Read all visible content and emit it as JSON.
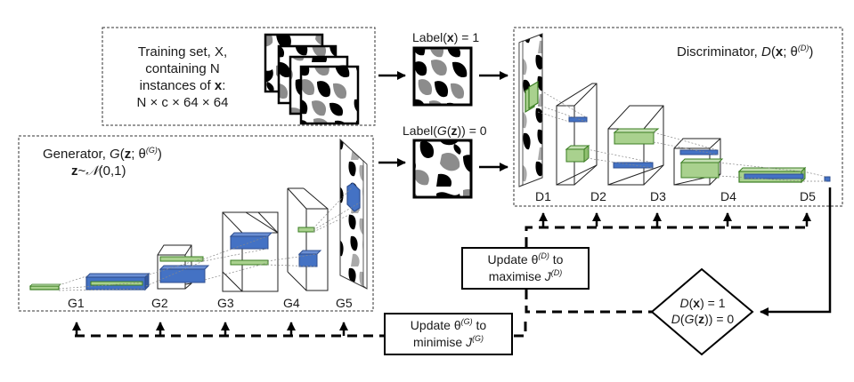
{
  "training_set": {
    "line1": "Training set, X,",
    "line2": "containing N",
    "line3_prefix": "instances of ",
    "line3_bold": "x",
    "line3_suffix": ":",
    "line4": "N × c × 64 × 64"
  },
  "real_label": {
    "prefix": "Label(",
    "bold": "x",
    "suffix": ") = 1"
  },
  "fake_label": {
    "prefix": "Label(",
    "italic": "G",
    "open": "(",
    "bold": "z",
    "suffix": ")) = 0"
  },
  "generator": {
    "title_prefix": "Generator, ",
    "title_fn": "G",
    "title_open": "(",
    "title_arg": "z",
    "title_sep": "; θ",
    "title_sup": "(G)",
    "title_close": ")",
    "prior_bold": "z",
    "prior_tilde": "~",
    "prior_dist": "𝒩",
    "prior_params": "(0,1)",
    "layers": [
      "G1",
      "G2",
      "G3",
      "G4",
      "G5"
    ]
  },
  "discriminator": {
    "title_prefix": "Discriminator, ",
    "title_fn": "D",
    "title_open": "(",
    "title_arg": "x",
    "title_sep": "; θ",
    "title_sup": "(D)",
    "title_close": ")",
    "layers": [
      "D1",
      "D2",
      "D3",
      "D4",
      "D5"
    ]
  },
  "update_d": {
    "line1_prefix": "Update θ",
    "line1_sup": "(D)",
    "line1_suffix": " to",
    "line2_prefix": "maximise ",
    "line2_var": "J",
    "line2_sup": "(D)"
  },
  "update_g": {
    "line1_prefix": "Update θ",
    "line1_sup": "(G)",
    "line1_suffix": " to",
    "line2_prefix": "minimise ",
    "line2_var": "J",
    "line2_sup": "(G)"
  },
  "decision": {
    "line1_fn": "D",
    "line1_open": "(",
    "line1_arg": "x",
    "line1_suffix": ") = 1",
    "line2_fn": "D",
    "line2_open": "(",
    "line2_inner": "G",
    "line2_open2": "(",
    "line2_arg": "z",
    "line2_suffix": ")) = 0"
  },
  "colors": {
    "green_fill": "#a9d18e",
    "green_stroke": "#3a7d22",
    "blue_fill": "#4472c4",
    "blue_stroke": "#2f4f8f",
    "texture_gray": "#8c8c8c"
  }
}
